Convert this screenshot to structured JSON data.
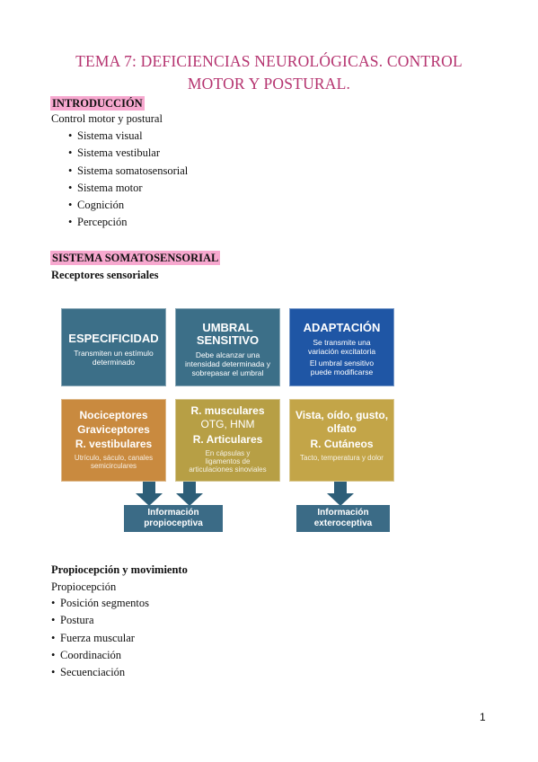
{
  "title": {
    "line1": "TEMA 7: DEFICIENCIAS NEUROLÓGICAS. CONTROL",
    "line2": "MOTOR Y POSTURAL."
  },
  "intro": {
    "heading": "INTRODUCCIÓN",
    "subtitle": "Control motor y postural",
    "items": [
      "Sistema visual",
      "Sistema vestibular",
      "Sistema somatosensorial",
      "Sistema motor",
      "Cognición",
      "Percepción"
    ]
  },
  "somato": {
    "heading": "SISTEMA SOMATOSENSORIAL",
    "subheading": "Receptores sensoriales"
  },
  "diagram": {
    "colors": {
      "teal": "#3c6f88",
      "blue": "#1f56a5",
      "orange": "#c98a3f",
      "olive": "#b79f45",
      "olive2": "#c3a548",
      "arrow": "#2d5e78"
    },
    "top": [
      {
        "title": "ESPECIFICIDAD",
        "text": "Transmiten un estímulo determinado"
      },
      {
        "title": "UMBRAL SENSITIVO",
        "text": "Debe alcanzar una intensidad determinada y sobrepasar el umbral"
      },
      {
        "title": "ADAPTACIÓN",
        "text": "Se transmite una variación excitatoria",
        "text2": "El umbral sensitivo puede modificarse"
      }
    ],
    "bottom": [
      {
        "l1": "Nociceptores",
        "l2": "Graviceptores",
        "l3": "R. vestibulares",
        "s": "Utrículo, sáculo, canales semicirculares"
      },
      {
        "l1": "R. musculares",
        "l2": "OTG, HNM",
        "l3": "R. Articulares",
        "s": "En cápsulas y ligamentos de articulaciones sinoviales"
      },
      {
        "l1": "Vista, oído, gusto, olfato",
        "l2": "R. Cutáneos",
        "s": "Tacto, temperatura y dolor"
      }
    ],
    "info_left": "Información propioceptiva",
    "info_right": "Información exteroceptiva"
  },
  "proprio": {
    "heading": "Propiocepción y movimiento",
    "subtitle": "Propiocepción",
    "items": [
      "Posición segmentos",
      "Postura",
      "Fuerza muscular",
      "Coordinación",
      "Secuenciación"
    ]
  },
  "page_number": "1"
}
